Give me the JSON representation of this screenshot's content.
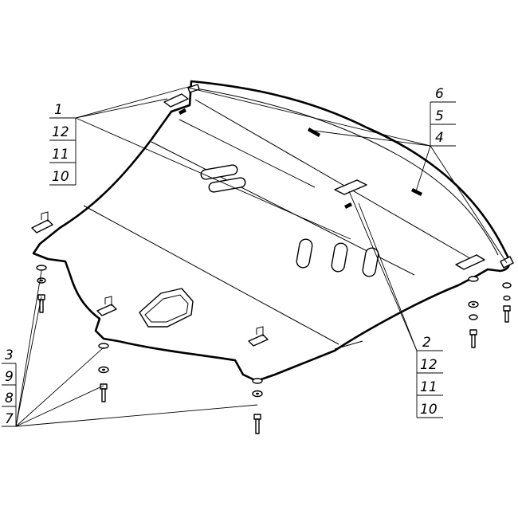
{
  "callouts": {
    "top_left": [
      "1",
      "12",
      "11",
      "10"
    ],
    "top_right": [
      "6",
      "5",
      "4"
    ],
    "bottom_left": [
      "3",
      "9",
      "8",
      "7"
    ],
    "bottom_right": [
      "2",
      "12",
      "11",
      "10"
    ]
  }
}
